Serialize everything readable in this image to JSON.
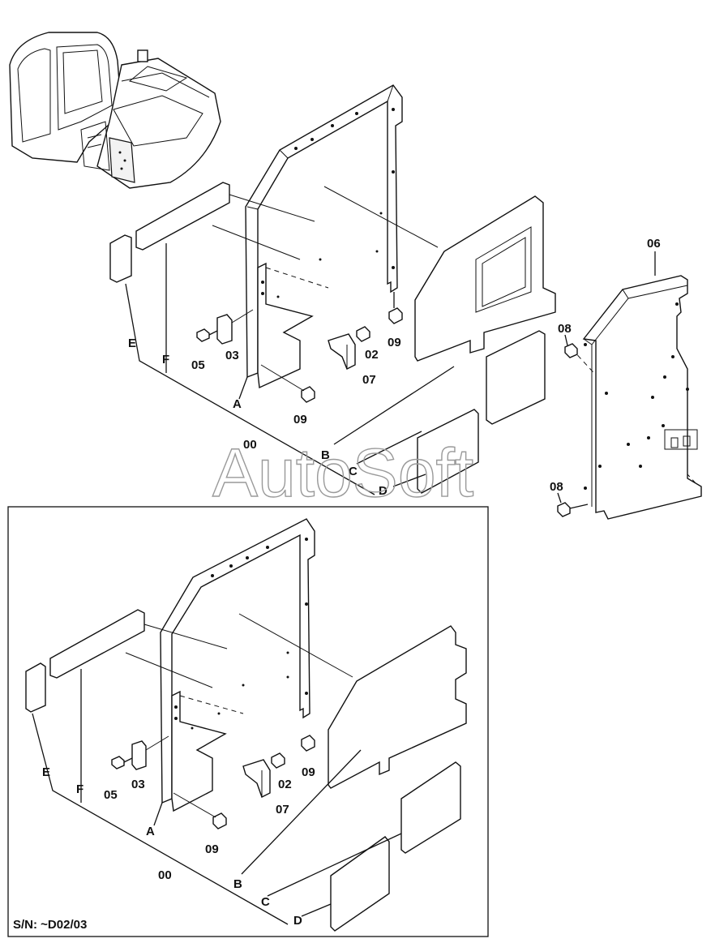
{
  "upper": {
    "labels": {
      "p00": "00",
      "p02": "02",
      "p03": "03",
      "p05": "05",
      "p07": "07",
      "p09a": "09",
      "p09b": "09",
      "p06": "06",
      "p08a": "08",
      "p08b": "08",
      "A": "A",
      "B": "B",
      "C": "C",
      "D": "D",
      "E": "E",
      "F": "F"
    }
  },
  "lower": {
    "labels": {
      "p00": "00",
      "p02": "02",
      "p03": "03",
      "p05": "05",
      "p07": "07",
      "p09a": "09",
      "p09b": "09",
      "A": "A",
      "B": "B",
      "C": "C",
      "D": "D",
      "E": "E",
      "F": "F"
    },
    "serial": "S/N:  ~D02/03"
  },
  "watermark": "AutoSoft"
}
